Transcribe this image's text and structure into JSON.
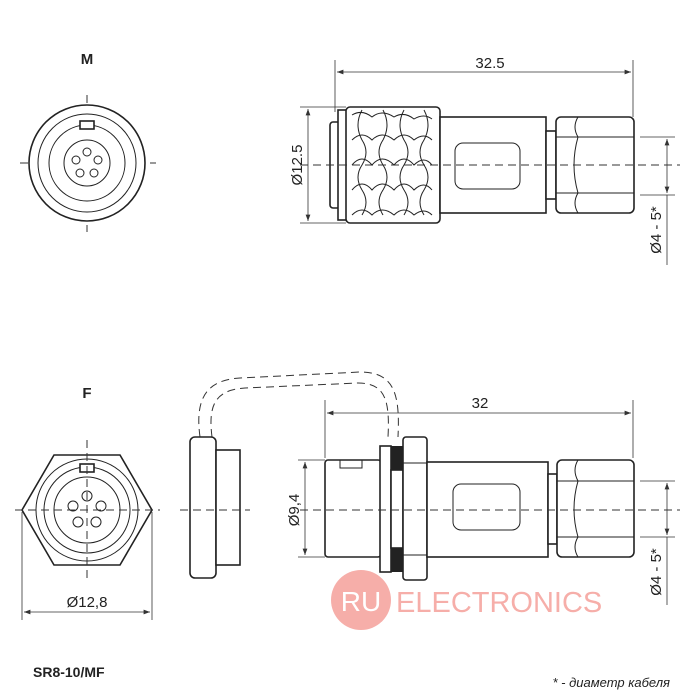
{
  "views": {
    "male_label": "M",
    "female_label": "F"
  },
  "dimensions": {
    "male_length": "32.5",
    "male_diameter": "Ø12.5",
    "male_cable": "Ø4 - 5*",
    "female_length": "32",
    "female_diameter": "Ø9,4",
    "female_cable": "Ø4 - 5*",
    "female_front_diameter": "Ø12,8"
  },
  "part_number": "SR8-10/MF",
  "footnote": "* - диаметр кабеля",
  "watermark": {
    "badge": "RU",
    "text": "ELECTRONICS",
    "color": "#f6aaa5"
  }
}
